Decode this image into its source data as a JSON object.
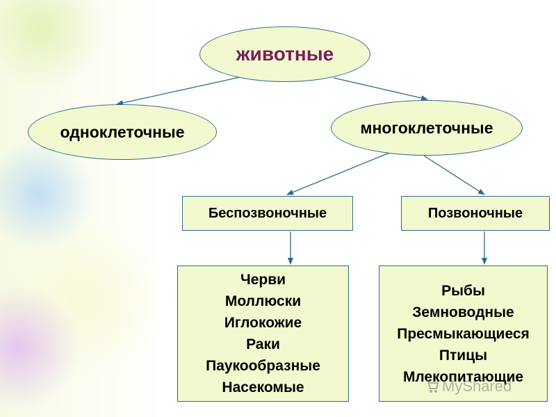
{
  "root": {
    "label": "животные",
    "color": "#7a1f5c"
  },
  "level1": {
    "left": {
      "label": "одноклеточные"
    },
    "right": {
      "label": "многоклеточные"
    }
  },
  "level2": {
    "left": {
      "label": "Беспозвоночные"
    },
    "right": {
      "label": "Позвоночные"
    }
  },
  "invertebrates": {
    "items": [
      "Черви",
      "Моллюски",
      "Иглокожие",
      "Раки",
      "Паукообразные",
      "Насекомые"
    ]
  },
  "vertebrates": {
    "items": [
      "Рыбы",
      "Земноводные",
      "Пресмыкающиеся",
      "Птицы",
      "Млекопитающие"
    ]
  },
  "watermark": {
    "text": "MyShared",
    "icon": "shopping-cart-icon"
  },
  "colors": {
    "node_fill": "#f2f9cf",
    "node_border": "#2e6b8a",
    "arrow": "#2e6b8a"
  }
}
